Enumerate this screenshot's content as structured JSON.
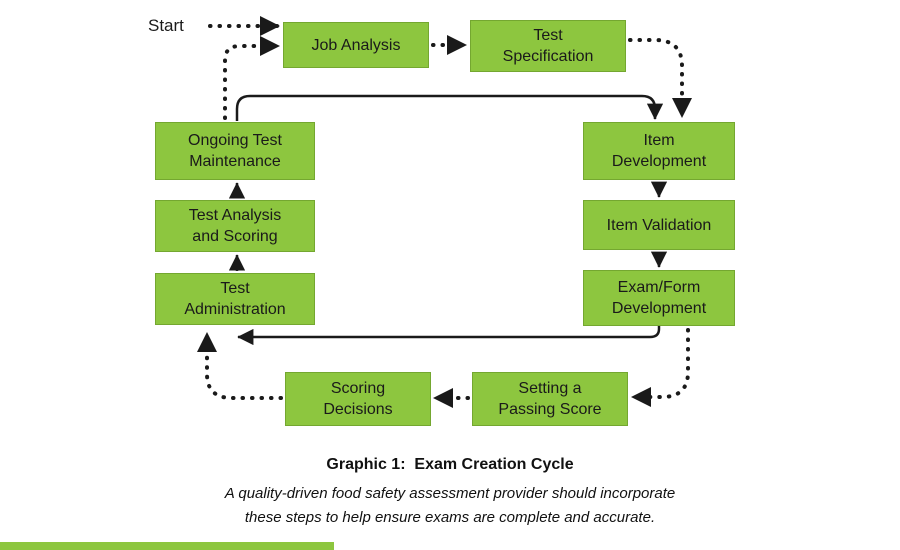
{
  "diagram": {
    "start_label": "Start",
    "nodes": [
      {
        "id": "job-analysis",
        "label": "Job Analysis"
      },
      {
        "id": "test-specification",
        "label": "Test\nSpecification"
      },
      {
        "id": "item-development",
        "label": "Item\nDevelopment"
      },
      {
        "id": "item-validation",
        "label": "Item Validation"
      },
      {
        "id": "exam-form-development",
        "label": "Exam/Form\nDevelopment"
      },
      {
        "id": "setting-passing-score",
        "label": "Setting a\nPassing Score"
      },
      {
        "id": "scoring-decisions",
        "label": "Scoring\nDecisions"
      },
      {
        "id": "test-administration",
        "label": "Test\nAdministration"
      },
      {
        "id": "test-analysis-scoring",
        "label": "Test Analysis\nand Scoring"
      },
      {
        "id": "ongoing-test-maintenance",
        "label": "Ongoing Test\nMaintenance"
      }
    ],
    "edges": [
      {
        "from": "start",
        "to": "job-analysis",
        "style": "dotted"
      },
      {
        "from": "job-analysis",
        "to": "test-specification",
        "style": "dotted"
      },
      {
        "from": "test-specification",
        "to": "item-development",
        "style": "dotted"
      },
      {
        "from": "item-development",
        "to": "item-validation",
        "style": "solid"
      },
      {
        "from": "item-validation",
        "to": "exam-form-development",
        "style": "solid"
      },
      {
        "from": "exam-form-development",
        "to": "setting-passing-score",
        "style": "dotted"
      },
      {
        "from": "setting-passing-score",
        "to": "scoring-decisions",
        "style": "dotted"
      },
      {
        "from": "scoring-decisions",
        "to": "test-administration",
        "style": "dotted"
      },
      {
        "from": "test-administration",
        "to": "test-analysis-scoring",
        "style": "solid"
      },
      {
        "from": "test-analysis-scoring",
        "to": "ongoing-test-maintenance",
        "style": "solid"
      },
      {
        "from": "ongoing-test-maintenance",
        "to": "job-analysis",
        "style": "dotted"
      },
      {
        "from": "ongoing-test-maintenance",
        "to": "item-development",
        "style": "solid"
      },
      {
        "from": "exam-form-development",
        "to": "test-administration",
        "style": "solid"
      }
    ],
    "colors": {
      "node_green": "#8dc63f",
      "line_black": "#1a1a1a"
    }
  },
  "caption": {
    "title": "Graphic 1:  Exam Creation Cycle",
    "line1": "A quality-driven food safety assessment provider should incorporate",
    "line2": "these steps to help ensure exams are complete and accurate."
  }
}
